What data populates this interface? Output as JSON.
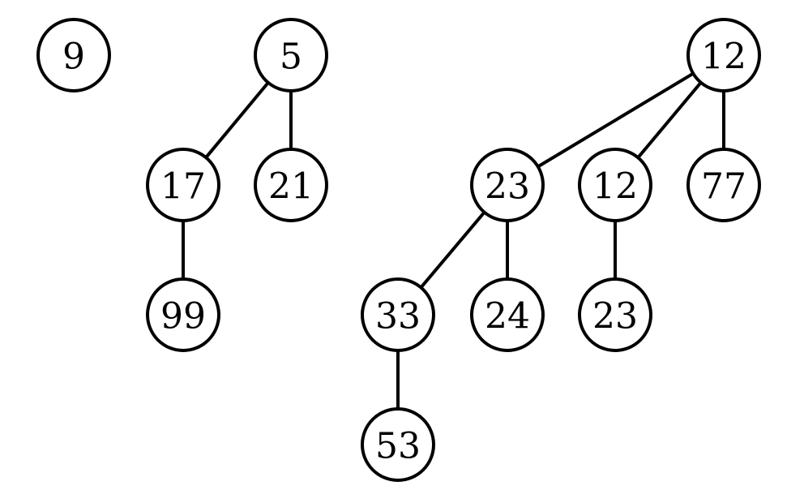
{
  "diagram": {
    "type": "binomial-heap",
    "colors": {
      "stroke": "#000000",
      "fill": "#ffffff",
      "text": "#000000"
    },
    "trees": [
      {
        "id": "tree-order-0",
        "nodes": [
          {
            "id": "n9",
            "label": "9"
          }
        ],
        "edges": []
      },
      {
        "id": "tree-order-2",
        "nodes": [
          {
            "id": "n5",
            "label": "5"
          },
          {
            "id": "n17",
            "label": "17"
          },
          {
            "id": "n21",
            "label": "21"
          },
          {
            "id": "n99",
            "label": "99"
          }
        ],
        "edges": [
          [
            "n5",
            "n17"
          ],
          [
            "n5",
            "n21"
          ],
          [
            "n17",
            "n99"
          ]
        ]
      },
      {
        "id": "tree-order-3",
        "nodes": [
          {
            "id": "n12a",
            "label": "12"
          },
          {
            "id": "n23a",
            "label": "23"
          },
          {
            "id": "n12b",
            "label": "12"
          },
          {
            "id": "n77",
            "label": "77"
          },
          {
            "id": "n33",
            "label": "33"
          },
          {
            "id": "n24",
            "label": "24"
          },
          {
            "id": "n23b",
            "label": "23"
          },
          {
            "id": "n53",
            "label": "53"
          }
        ],
        "edges": [
          [
            "n12a",
            "n23a"
          ],
          [
            "n12a",
            "n12b"
          ],
          [
            "n12a",
            "n77"
          ],
          [
            "n23a",
            "n33"
          ],
          [
            "n23a",
            "n24"
          ],
          [
            "n12b",
            "n23b"
          ],
          [
            "n33",
            "n53"
          ]
        ]
      }
    ]
  }
}
